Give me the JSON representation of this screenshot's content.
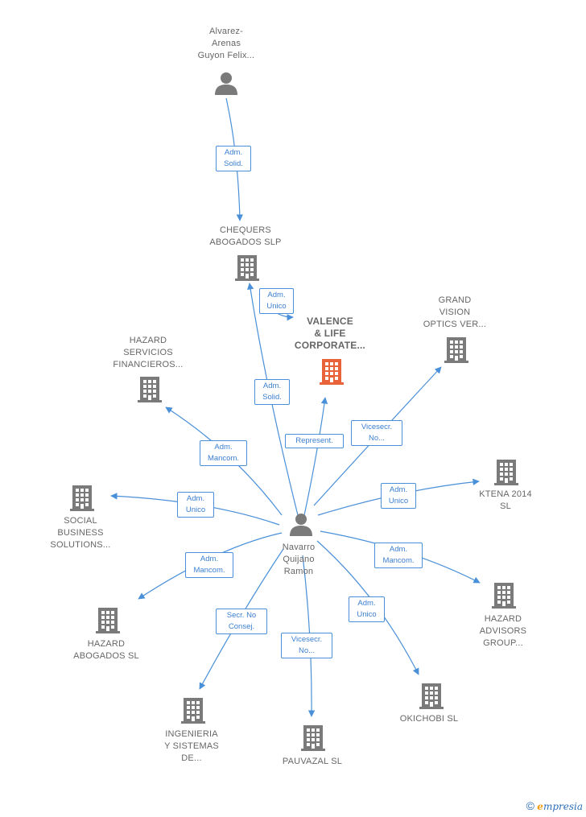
{
  "nodes": {
    "alvarez": {
      "label": "Alvarez-\nArenas\nGuyon Felix...",
      "type": "person"
    },
    "chequers": {
      "label": "CHEQUERS\nABOGADOS  SLP",
      "type": "company"
    },
    "valence": {
      "label": "VALENCE\n& LIFE\nCORPORATE...",
      "type": "focus"
    },
    "grand_vision": {
      "label": "GRAND\nVISION\nOPTICS VER...",
      "type": "company"
    },
    "hazard_servicios": {
      "label": "HAZARD\nSERVICIOS\nFINANCIEROS...",
      "type": "company"
    },
    "social_business": {
      "label": "SOCIAL\nBUSINESS\nSOLUTIONS...",
      "type": "company"
    },
    "ktena": {
      "label": "KTENA 2014\nSL",
      "type": "company"
    },
    "navarro": {
      "label": "Navarro\nQuijano\nRamon",
      "type": "person"
    },
    "hazard_abogados": {
      "label": "HAZARD\nABOGADOS  SL",
      "type": "company"
    },
    "hazard_advisors": {
      "label": "HAZARD\nADVISORS\nGROUP...",
      "type": "company"
    },
    "ingenieria": {
      "label": "INGENIERIA\nY SISTEMAS\nDE...",
      "type": "company"
    },
    "pauvazal": {
      "label": "PAUVAZAL  SL",
      "type": "company"
    },
    "okichobi": {
      "label": "OKICHOBI SL",
      "type": "company"
    }
  },
  "edges": {
    "alvarez_chequers": "Adm.\nSolid.",
    "navarro_chequers_unico": "Adm.\nUnico",
    "navarro_chequers_solid": "Adm.\nSolid.",
    "navarro_valence": "Represent.",
    "navarro_grand_vision": "Vicesecr.\nNo...",
    "navarro_hazard_servicios": "Adm.\nMancom.",
    "navarro_social_business": "Adm.\nUnico",
    "navarro_ktena": "Adm.\nUnico",
    "navarro_hazard_abogados": "Adm.\nMancom.",
    "navarro_hazard_advisors": "Adm.\nMancom.",
    "navarro_ingenieria": "Secr.  No\nConsej.",
    "navarro_pauvazal": "Vicesecr.\nNo...",
    "navarro_okichobi": "Adm.\nUnico"
  },
  "colors": {
    "edge": "#4a90d9",
    "company_icon": "#7a7a7a",
    "focus_icon": "#e8623a",
    "person_icon": "#7a7a7a"
  },
  "footer": {
    "copyright": "©",
    "brand_initial": "e",
    "brand_rest": "mpresia"
  }
}
